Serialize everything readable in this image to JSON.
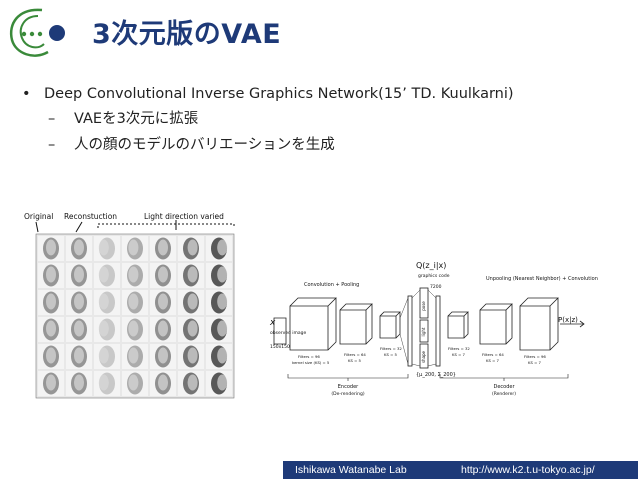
{
  "slide": {
    "title": "3次元版のVAE",
    "bullets": [
      {
        "text": "Deep Convolutional Inverse Graphics Network(15’ TD. Kuulkarni)",
        "sub": [
          "VAEを3次元に拡張",
          "人の顔のモデルのバリエーションを生成"
        ]
      }
    ]
  },
  "face_figure": {
    "label_original": "Original",
    "label_reconstruction": "Reconstuction",
    "label_light": "Light direction varied"
  },
  "network_figure": {
    "q_label": "Q(z_i|x)",
    "graphics_code": "graphics code",
    "conv_pooling": "Convolution + Pooling",
    "unpool_label": "Unpooling (Nearest Neighbor) + Convolution",
    "px_label": "P(x|z)",
    "x_label": "x",
    "observed_image": "observed image",
    "size_label": "150x150",
    "filters": [
      "Filters = 96",
      "Filters = 64",
      "Filters = 32",
      "Filters = 32",
      "Filters = 64",
      "Filters = 96"
    ],
    "ks": [
      "kernel size (KS) = 5",
      "KS = 5",
      "KS = 5",
      "KS = 7",
      "KS = 7",
      "KS = 7"
    ],
    "code_boxes": [
      "pose",
      "light",
      "shape"
    ],
    "num_7200": "7200",
    "mu_sigma": "{μ_200, Σ_200}",
    "encoder": "Encoder",
    "encoder_sub": "(De-rendering)",
    "decoder": "Decoder",
    "decoder_sub": "(Renderer)"
  },
  "footer": {
    "lab": "Ishikawa Watanabe Lab",
    "url": "http://www.k2.t.u-tokyo.ac.jp/"
  },
  "colors": {
    "title": "#1e3a78",
    "footer_bg": "#1e3a78",
    "logo_green": "#3a8a3a",
    "logo_navy": "#1e3a78"
  }
}
